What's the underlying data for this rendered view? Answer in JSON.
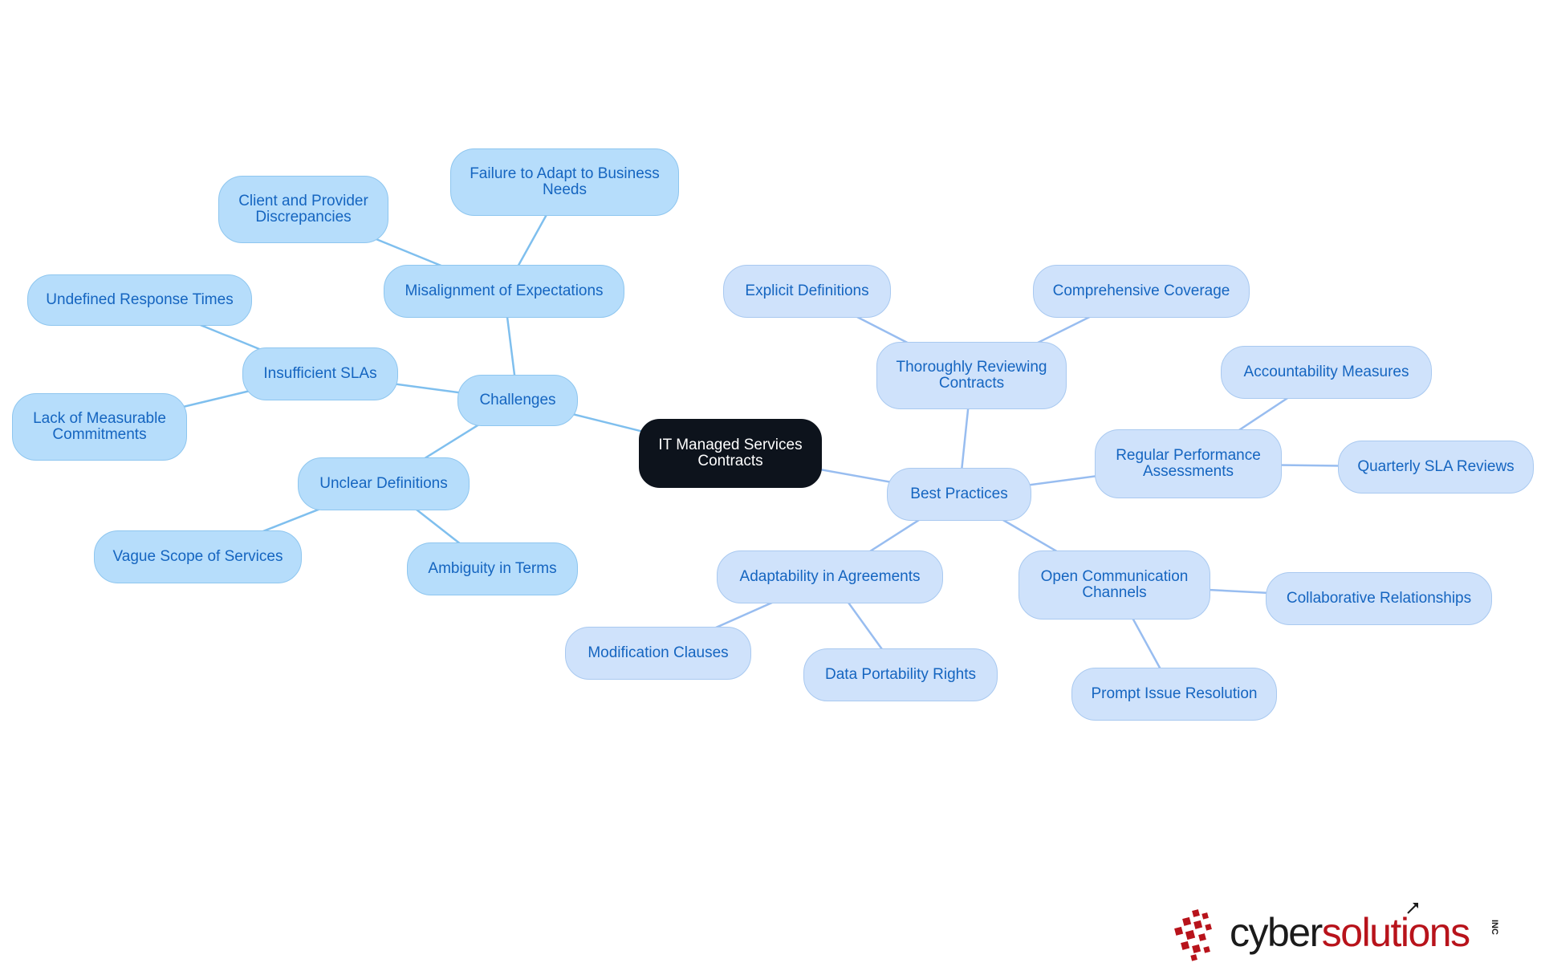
{
  "mindmap": {
    "colors": {
      "edge_challenges": "#7fbfee",
      "edge_practices": "#98bdf0",
      "root_bg": "#0d131c",
      "text": "#1565c0"
    },
    "root": {
      "id": "root",
      "label": "IT Managed Services Contracts"
    },
    "nodes": [
      {
        "id": "challenges",
        "label": "Challenges",
        "parent": "root",
        "branch": "challenge"
      },
      {
        "id": "misalignment",
        "label": "Misalignment of Expectations",
        "parent": "challenges",
        "branch": "challenge"
      },
      {
        "id": "client-provider",
        "label": "Client and Provider Discrepancies",
        "parent": "misalignment",
        "branch": "challenge"
      },
      {
        "id": "failure-adapt",
        "label": "Failure to Adapt to Business Needs",
        "parent": "misalignment",
        "branch": "challenge"
      },
      {
        "id": "insufficient-slas",
        "label": "Insufficient SLAs",
        "parent": "challenges",
        "branch": "challenge"
      },
      {
        "id": "undefined-response",
        "label": "Undefined Response Times",
        "parent": "insufficient-slas",
        "branch": "challenge"
      },
      {
        "id": "lack-measurable",
        "label": "Lack of Measurable Commitments",
        "parent": "insufficient-slas",
        "branch": "challenge"
      },
      {
        "id": "unclear-definitions",
        "label": "Unclear Definitions",
        "parent": "challenges",
        "branch": "challenge"
      },
      {
        "id": "vague-scope",
        "label": "Vague Scope of Services",
        "parent": "unclear-definitions",
        "branch": "challenge"
      },
      {
        "id": "ambiguity-terms",
        "label": "Ambiguity in Terms",
        "parent": "unclear-definitions",
        "branch": "challenge"
      },
      {
        "id": "best-practices",
        "label": "Best Practices",
        "parent": "root",
        "branch": "practice"
      },
      {
        "id": "reviewing-contracts",
        "label": "Thoroughly Reviewing Contracts",
        "parent": "best-practices",
        "branch": "practice"
      },
      {
        "id": "explicit-definitions",
        "label": "Explicit Definitions",
        "parent": "reviewing-contracts",
        "branch": "practice"
      },
      {
        "id": "comprehensive-coverage",
        "label": "Comprehensive Coverage",
        "parent": "reviewing-contracts",
        "branch": "practice"
      },
      {
        "id": "performance-assessments",
        "label": "Regular Performance Assessments",
        "parent": "best-practices",
        "branch": "practice"
      },
      {
        "id": "accountability-measures",
        "label": "Accountability Measures",
        "parent": "performance-assessments",
        "branch": "practice"
      },
      {
        "id": "quarterly-sla",
        "label": "Quarterly SLA Reviews",
        "parent": "performance-assessments",
        "branch": "practice"
      },
      {
        "id": "adaptability",
        "label": "Adaptability in Agreements",
        "parent": "best-practices",
        "branch": "practice"
      },
      {
        "id": "modification-clauses",
        "label": "Modification Clauses",
        "parent": "adaptability",
        "branch": "practice"
      },
      {
        "id": "data-portability",
        "label": "Data Portability Rights",
        "parent": "adaptability",
        "branch": "practice"
      },
      {
        "id": "open-communication",
        "label": "Open Communication Channels",
        "parent": "best-practices",
        "branch": "practice"
      },
      {
        "id": "collaborative",
        "label": "Collaborative Relationships",
        "parent": "open-communication",
        "branch": "practice"
      },
      {
        "id": "prompt-issue",
        "label": "Prompt Issue Resolution",
        "parent": "open-communication",
        "branch": "practice"
      }
    ]
  },
  "logo": {
    "part1": "cyber",
    "part2": "solutions",
    "suffix": "INC",
    "color_dark": "#1b1b1b",
    "color_red": "#b8131b"
  }
}
